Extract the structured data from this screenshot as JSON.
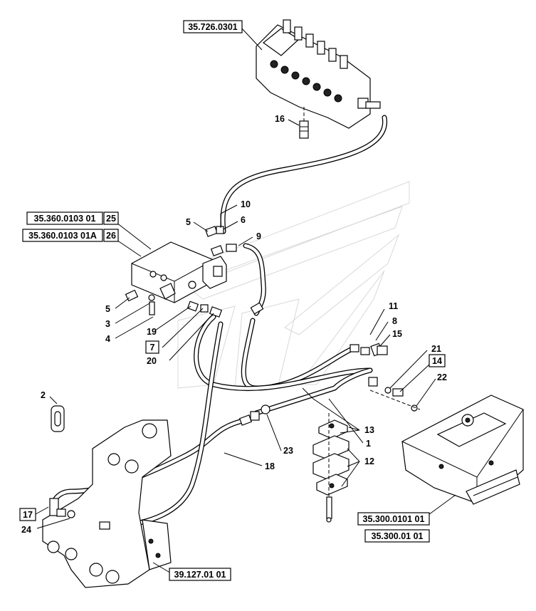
{
  "references": {
    "control_valve": "35.726.0301",
    "block_ref_a": "35.360.0103 01",
    "block_ref_a_item": "25",
    "block_ref_b": "35.360.0103 01A",
    "block_ref_b_item": "26",
    "tank_ref_a": "35.300.0101 01",
    "tank_ref_b": "35.300.01 01",
    "frame_ref": "39.127.01 01"
  },
  "boxed_items": {
    "item_7": "7",
    "item_14": "14",
    "item_17": "17"
  },
  "item_numbers": {
    "n1": "1",
    "n2": "2",
    "n3": "3",
    "n4": "4",
    "n5a": "5",
    "n5b": "5",
    "n6": "6",
    "n8": "8",
    "n9": "9",
    "n10": "10",
    "n11": "11",
    "n12": "12",
    "n13": "13",
    "n15": "15",
    "n16": "16",
    "n18": "18",
    "n19": "19",
    "n20": "20",
    "n21": "21",
    "n22": "22",
    "n23": "23",
    "n24": "24"
  }
}
